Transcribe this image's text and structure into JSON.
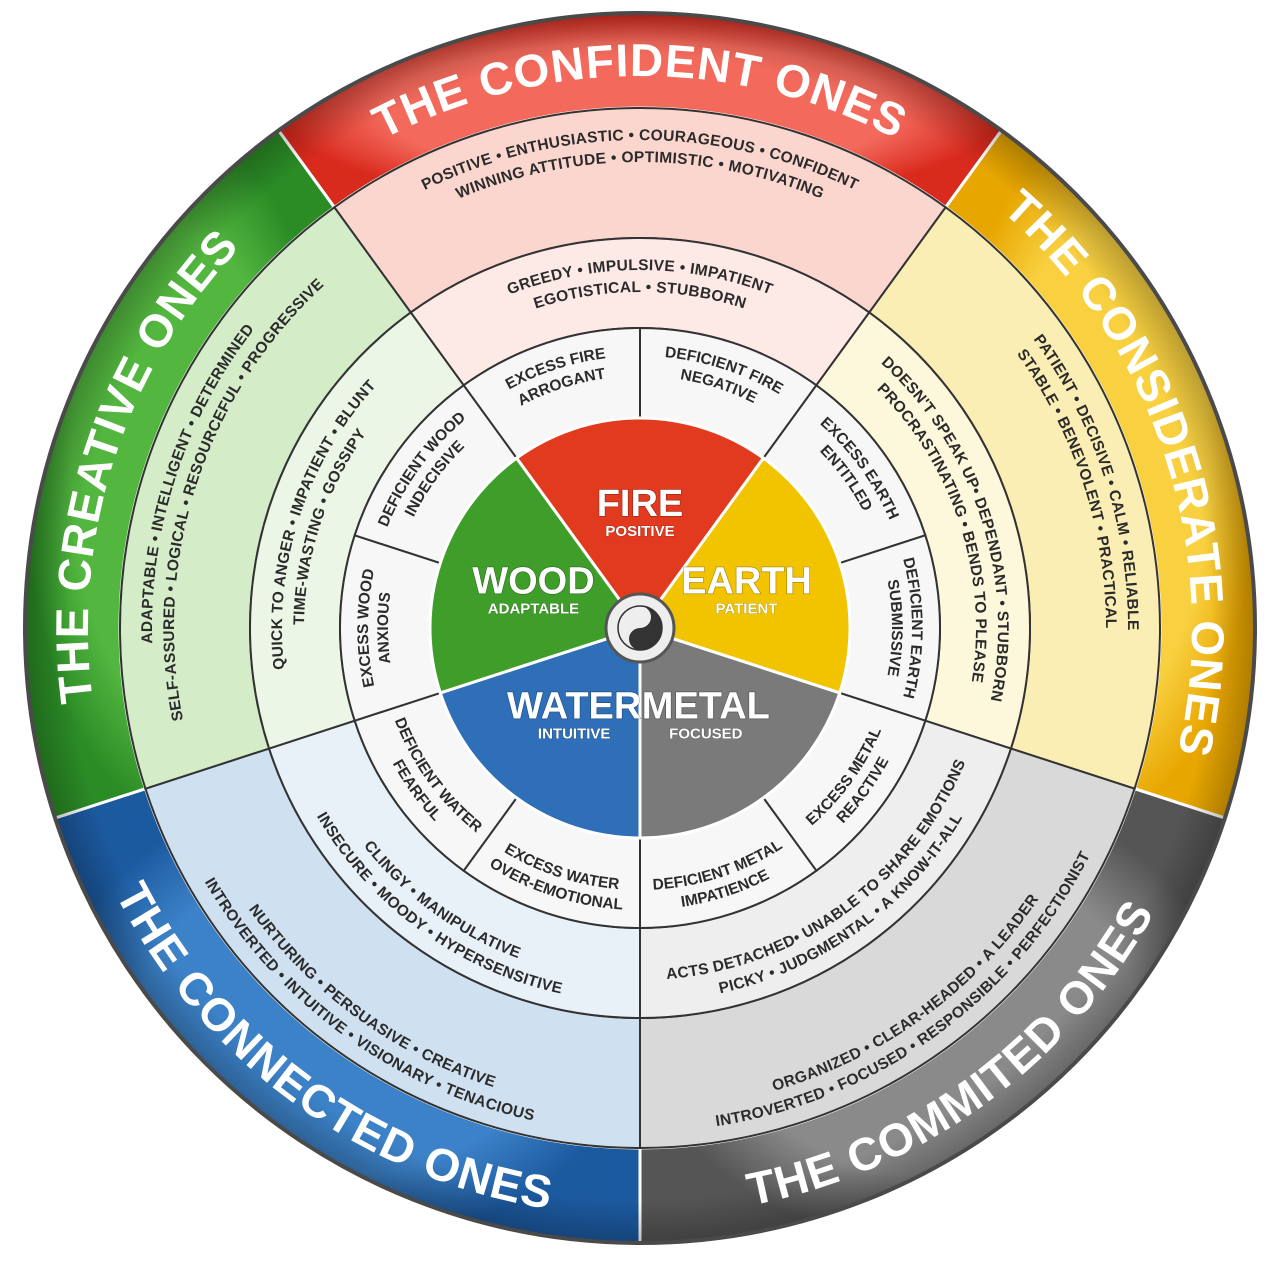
{
  "colors": {
    "fire": "#e23a1f",
    "earth": "#f2c400",
    "metal": "#7a7a7a",
    "water": "#2f6fb8",
    "wood": "#3f9e2a",
    "outer_red": "#e8332a",
    "outer_yellow": "#f0b400",
    "outer_gray": "#6e6e6e",
    "outer_blue": "#2466b0",
    "outer_green": "#35a02f"
  },
  "groups": {
    "confident": {
      "band_label": "THE CONFIDENT ONES",
      "positive": [
        "POSITIVE • ENTHUSIASTIC • COURAGEOUS • CONFIDENT",
        "WINNING ATTITUDE • OPTIMISTIC • MOTIVATING"
      ],
      "negative": [
        "GREEDY • IMPULSIVE • IMPATIENT",
        "EGOTISTICAL • STUBBORN"
      ]
    },
    "considerate": {
      "band_label": "THE CONSIDERATE ONES",
      "positive": [
        "PATIENT • DECISIVE • CALM • RELIABLE",
        "STABLE • BENEVOLENT • PRACTICAL"
      ],
      "negative": [
        "DOESN'T SPEAK UP• DEPENDANT • STUBBORN",
        "PROCRASTINATING • BENDS TO PLEASE"
      ]
    },
    "commited": {
      "band_label": "THE COMMITED ONES",
      "positive": [
        "ORGANIZED • CLEAR-HEADED • A LEADER",
        "INTROVERTED • FOCUSED • RESPONSIBLE • PERFECTIONIST"
      ],
      "negative": [
        "ACTS DETACHED• UNABLE TO SHARE EMOTIONS",
        "PICKY • JUDGMENTAL • A KNOW-IT-ALL"
      ]
    },
    "connected": {
      "band_label": "THE CONNECTED ONES",
      "positive": [
        "NURTURING • PERSUASIVE • CREATIVE",
        "INTROVERTED • INTUITIVE • VISIONARY • TENACIOUS"
      ],
      "negative": [
        "CLINGY • MANIPULATIVE",
        "INSECURE • MOODY • HYPERSENSITIVE"
      ]
    },
    "creative": {
      "band_label": "THE CREATIVE ONES",
      "positive": [
        "ADAPTABLE • INTELLIGENT • DETERMINED",
        "SELF-ASSURED • LOGICAL • RESOURCEFUL • PROGRESSIVE"
      ],
      "negative": [
        "QUICK TO ANGER • IMPATIENT • BLUNT",
        "TIME-WASTING • GOSSIPY"
      ]
    }
  },
  "imbalances": {
    "fire_excess": [
      "EXCESS FIRE",
      "ARROGANT"
    ],
    "fire_deficient": [
      "DEFICIENT FIRE",
      "NEGATIVE"
    ],
    "earth_excess": [
      "EXCESS EARTH",
      "ENTITLED"
    ],
    "earth_deficient": [
      "DEFICIENT EARTH",
      "SUBMISSIVE"
    ],
    "metal_deficient": [
      "DEFICIENT METAL",
      "IMPATIENCE"
    ],
    "metal_excess": [
      "EXCESS METAL",
      "REACTIVE"
    ],
    "water_deficient": [
      "DEFICIENT WATER",
      "FEARFUL"
    ],
    "water_excess": [
      "EXCESS WATER",
      "OVER-EMOTIONAL"
    ],
    "wood_excess": [
      "EXCESS WOOD",
      "ANXIOUS"
    ],
    "wood_deficient": [
      "DEFICIENT WOOD",
      "INDECISIVE"
    ]
  },
  "elements": {
    "fire": {
      "name": "FIRE",
      "quality": "POSITIVE"
    },
    "earth": {
      "name": "EARTH",
      "quality": "PATIENT"
    },
    "metal": {
      "name": "METAL",
      "quality": "FOCUSED"
    },
    "water": {
      "name": "WATER",
      "quality": "INTUITIVE"
    },
    "wood": {
      "name": "WOOD",
      "quality": "ADAPTABLE"
    }
  },
  "center_icon": "yin-yang-icon"
}
